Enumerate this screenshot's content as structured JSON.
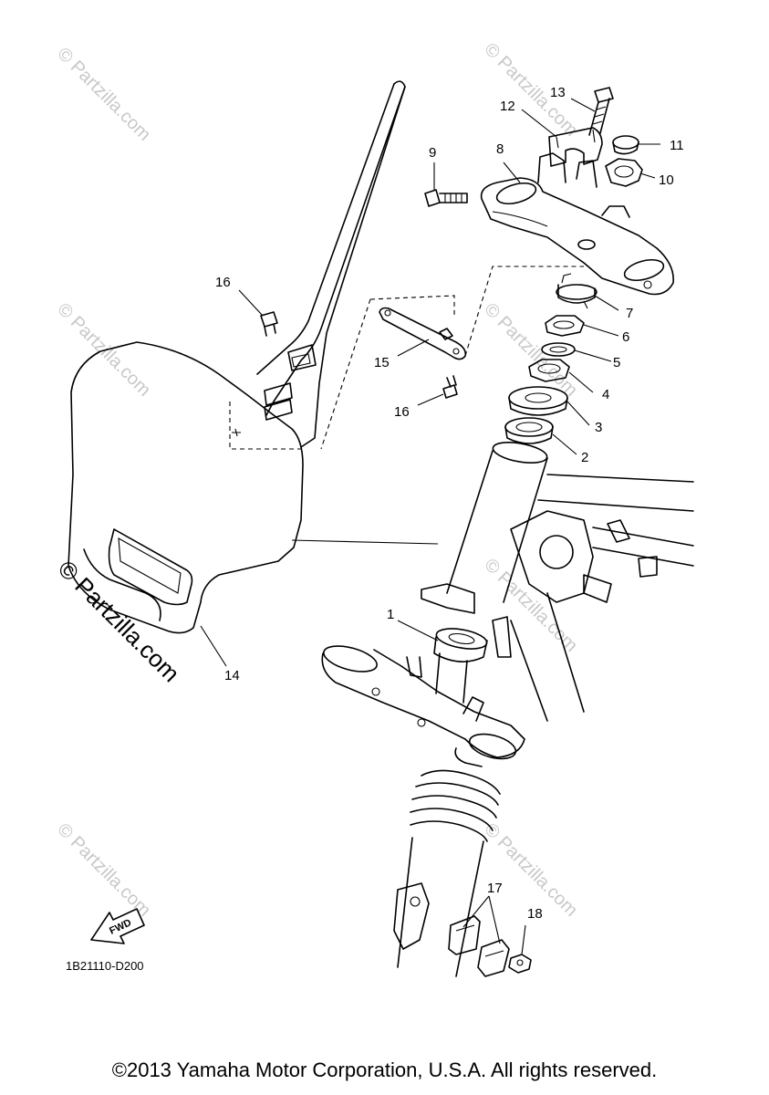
{
  "diagram": {
    "callouts": [
      "1",
      "2",
      "3",
      "4",
      "5",
      "6",
      "7",
      "8",
      "9",
      "10",
      "11",
      "12",
      "13",
      "14",
      "15",
      "16",
      "16",
      "17",
      "18"
    ],
    "diagram_code": "1B21110-D200",
    "fwd_label": "FWD",
    "watermark": "© Partzilla.com"
  },
  "footer": {
    "copyright": "©2013 Yamaha Motor Corporation, U.S.A. All rights reserved."
  }
}
